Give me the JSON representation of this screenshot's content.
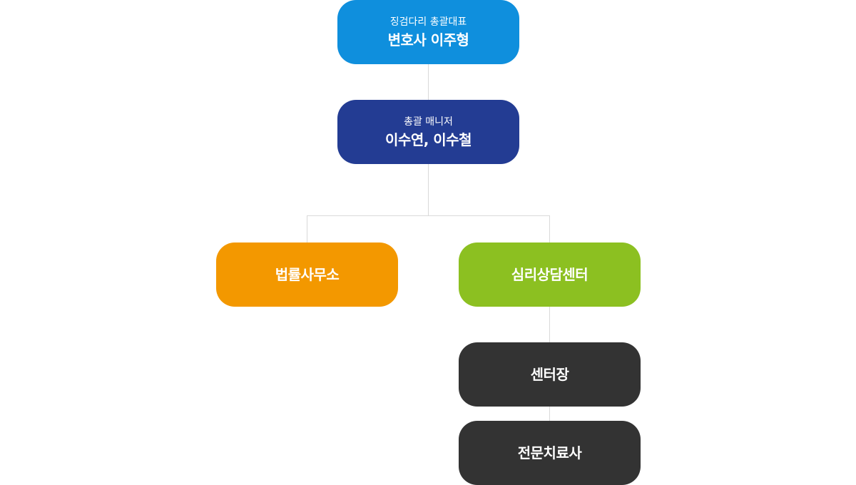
{
  "org_chart": {
    "ceo": {
      "role": "징검다리 총괄대표",
      "name": "변호사 이주형",
      "color": "#0f8fdd"
    },
    "manager": {
      "role": "총괄 매니저",
      "name": "이수연, 이수철",
      "color": "#233c93"
    },
    "law_office": {
      "name": "법률사무소",
      "color": "#f39800"
    },
    "counseling_center": {
      "name": "심리상담센터",
      "color": "#8cc021"
    },
    "center_director": {
      "name": "센터장",
      "color": "#333333"
    },
    "therapist": {
      "name": "전문치료사",
      "color": "#333333"
    },
    "connector_color": "#d9d9d9"
  }
}
